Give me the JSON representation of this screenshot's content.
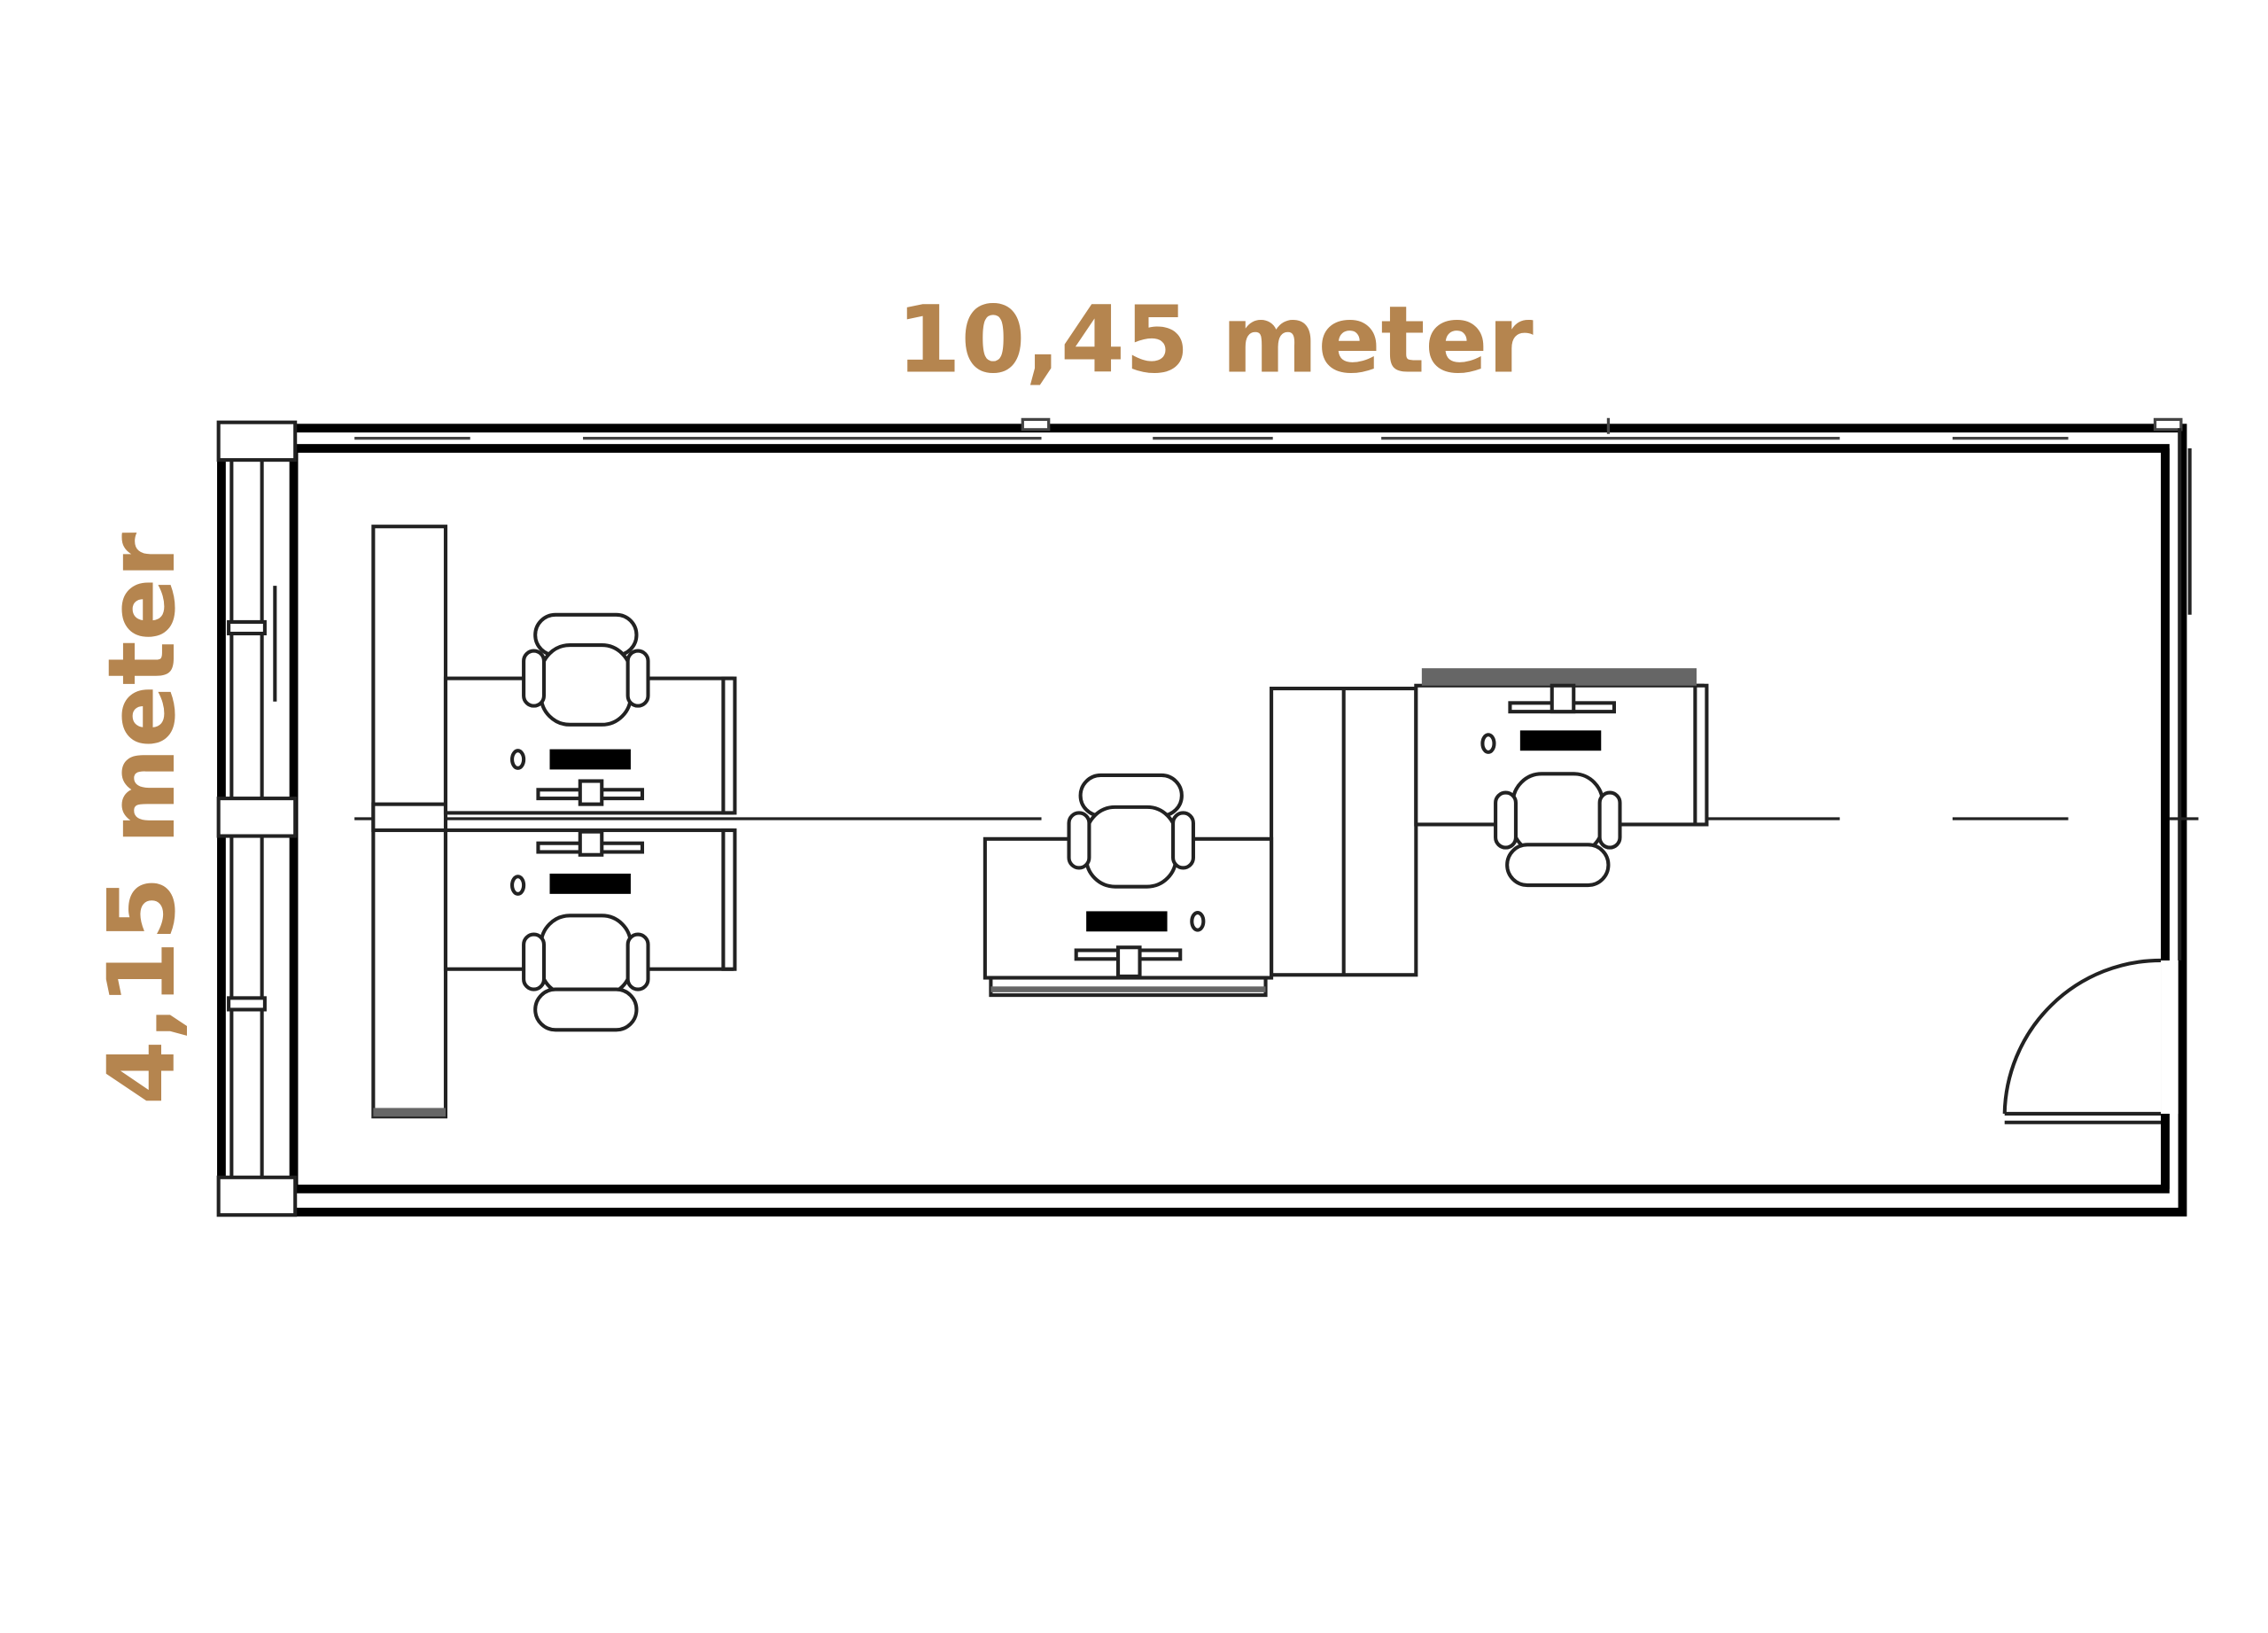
{
  "dimensions": {
    "width_label": "10,45 meter",
    "depth_label": "4,15 meter"
  },
  "colors": {
    "dimension_text": "#b5854f",
    "line": "#000000",
    "background": "#ffffff"
  },
  "workstations": [
    {
      "name": "desk-west-upper",
      "chair": "north",
      "monitor": "south"
    },
    {
      "name": "desk-west-lower",
      "chair": "south",
      "monitor": "north"
    },
    {
      "name": "desk-center",
      "chair": "north",
      "monitor": "south"
    },
    {
      "name": "desk-east",
      "chair": "south",
      "monitor": "north"
    }
  ]
}
